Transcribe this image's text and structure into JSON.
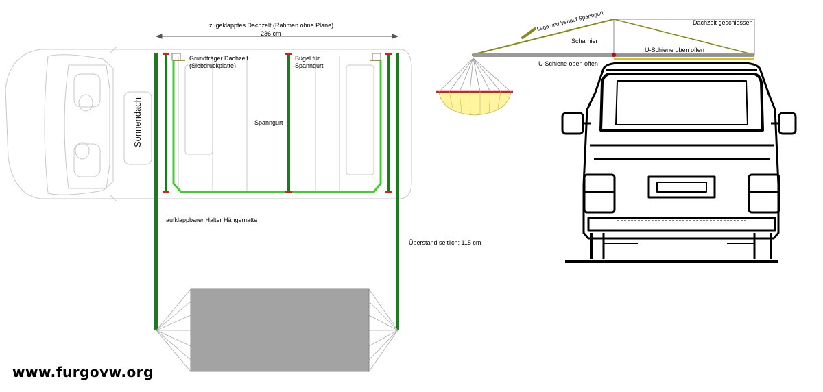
{
  "left_diagram": {
    "title": "zugeklapptes Dachzelt (Rahmen ohne Plane)",
    "width_measure": "236 cm",
    "sunroof": "Sonnendach",
    "base_carrier": "Grundträger Dachzelt\n(Siebdruckplatte)",
    "strap_bracket": "Bügel für\nSpanngurt",
    "strap": "Spanngurt",
    "hammock_holder": "aufklappbarer Halter Hängematte",
    "side_overhang": "Überstand seitlich: 115 cm"
  },
  "right_diagram": {
    "strap_position": "Lage und Verlauf Spanngurt",
    "tent_closed": "Dachzelt geschlossen",
    "hinge": "Scharnier",
    "rail_top_open": "U-Schiene oben offen",
    "rail_bottom_open": "U-Schiene oben offen"
  },
  "watermark": "www.furgovw.org",
  "colors": {
    "frame_green": "#1e7a1e",
    "strap_green": "#3ecf2e",
    "joint_red": "#cc2222",
    "roof_olive": "#8a8a1a",
    "rail_grey": "#9a9a9a",
    "awning_yellow": "#fff4a0",
    "hammock_grey": "#a3a3a3"
  }
}
